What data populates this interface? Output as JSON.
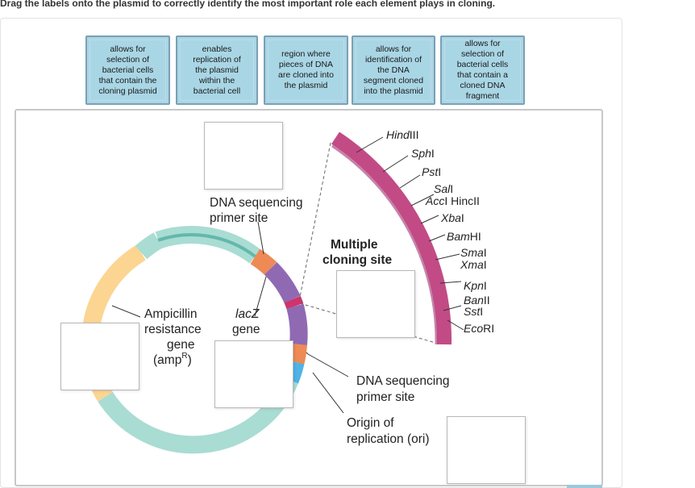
{
  "instructions": "Drag the labels onto the plasmid to correctly identify the most important role each element plays in cloning.",
  "label_tiles": [
    {
      "text": "allows for\nselection of\nbacterial cells\nthat contain the\ncloning plasmid"
    },
    {
      "text": "enables\nreplication of\nthe plasmid\nwithin the\nbacterial cell"
    },
    {
      "text": "region where\npieces of DNA\nare cloned into\nthe plasmid"
    },
    {
      "text": "allows for\nidentification of\nthe DNA\nsegment cloned\ninto the plasmid"
    },
    {
      "text": "allows for\nselection of\nbacterial cells\nthat contain a\ncloned DNA\nfragment"
    }
  ],
  "diagram": {
    "dna_seq_primer_top": [
      "DNA sequencing",
      "primer site"
    ],
    "mcs": [
      "Multiple",
      "cloning site"
    ],
    "ampicillin": [
      "Ampicillin",
      "resistance",
      "gene",
      "(amp",
      "R",
      ")"
    ],
    "lacz": [
      "lacZ",
      "gene"
    ],
    "dna_seq_primer_bottom": [
      "DNA sequencing",
      "primer site"
    ],
    "ori": [
      "Origin of",
      "replication (ori)"
    ],
    "enzymes": [
      {
        "name": "Hind",
        "suffix": "III"
      },
      {
        "name": "Sph",
        "suffix": "I"
      },
      {
        "name": "Pst",
        "suffix": "I"
      },
      {
        "name": "Sal",
        "suffix": "I"
      },
      {
        "name": "Acc",
        "suffix": "I Hinc",
        "suffix2": "II"
      },
      {
        "name": "Xba",
        "suffix": "I"
      },
      {
        "name": "Bam",
        "suffix": "HI"
      },
      {
        "name": "Sma",
        "suffix": "I"
      },
      {
        "name": "Xma",
        "suffix": "I"
      },
      {
        "name": "Kpn",
        "suffix": "I"
      },
      {
        "name": "Ban",
        "suffix": "II"
      },
      {
        "name": "Sst",
        "suffix": "I"
      },
      {
        "name": "Eco",
        "suffix": "RI"
      }
    ]
  },
  "colors": {
    "tile_bg": "#a9d6e5",
    "plasmid_teal": "#76c2b7",
    "plasmid_yellow": "#fbd591",
    "lacz_purple": "#8f6ab3",
    "primer_orange": "#ee8a55",
    "ori_blue": "#4fb3e6",
    "mcs_pink": "#c24b86"
  }
}
